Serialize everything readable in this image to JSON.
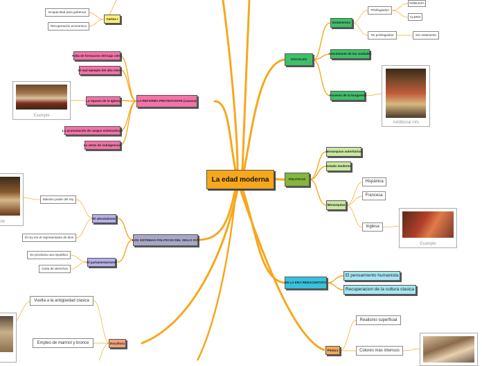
{
  "central": "La edad moderna",
  "left": {
    "causas_top": {
      "label": "Carlos I",
      "children": [
        "Incapacidad para gobernar",
        "Recuperación economica"
      ]
    },
    "reforma": {
      "label": "LA REFORMA PROTESTANTE (causas)",
      "children": [
        "Falta de formacion del bajo clero",
        "El mal ejemplo del alto clero",
        "La riqueza de la Iglesia",
        "La acumulación de cargos eclesiasticos",
        "La venta de indulgencias"
      ],
      "image_caption": "Example"
    },
    "sistemas": {
      "label": "LOS SISTEMAS POLITICOS DEL SIGLO XVII",
      "absolutismo": {
        "label": "El absolutismo",
        "children": [
          "Máximo poder del rey",
          "El rey era el representante de dios"
        ],
        "image_caption": "ple"
      },
      "parlamentarismo": {
        "label": "El parlamentarismo",
        "children": [
          "Se proclama una republica",
          "Carta de derechos"
        ]
      }
    },
    "escultura": {
      "label": "Escultura",
      "children": [
        "Vuelta a la antigüedad clasica",
        "Empleo de marmol y bronce"
      ]
    }
  },
  "right": {
    "sociales": {
      "label": "SOCIALES",
      "estamentos": {
        "label": "Estamentos",
        "privilegiados": {
          "label": "Privilegiados",
          "children": [
            "NOBLEZA",
            "CLERO"
          ]
        },
        "no_privilegiados": {
          "label": "No privilegiados",
          "children": [
            "Ser estamento"
          ]
        }
      },
      "crecimiento": "Crecimiento de las ciudades",
      "burguesia": {
        "label": "Ascenso de la burguesía",
        "image_caption": "Additional info"
      }
    },
    "politicas": {
      "label": "POLITICAS",
      "monarquias_aut": "Monarquias autoritarias",
      "estado": "Estado moderno",
      "monarquias": {
        "label": "Monarquias",
        "children": [
          "Hispánica",
          "Francesa",
          "Inglesa"
        ],
        "image_caption": "Example"
      }
    },
    "renacimiento": {
      "label": "EN LA ERA RENACENTISTA",
      "children": [
        "El pensamiento humanista",
        "Recuperacion de la cultura clasica"
      ]
    },
    "pintura": {
      "label": "Pintura",
      "children": [
        "Realismo superficial",
        "Colores más intensos"
      ]
    }
  },
  "colors": {
    "wire": "#f7a71b",
    "pink": "#f472a8",
    "lilac": "#b7b0ea",
    "slate": "#a8a7c8",
    "green": "#3fbf6a",
    "olive": "#84b73b",
    "lightgreen": "#c9e8a0",
    "cyan": "#37c2dd",
    "lightcyan": "#a6e6f2",
    "yellow": "#ffef73",
    "peach": "#f2b28e",
    "orange": "#f0a85a"
  }
}
